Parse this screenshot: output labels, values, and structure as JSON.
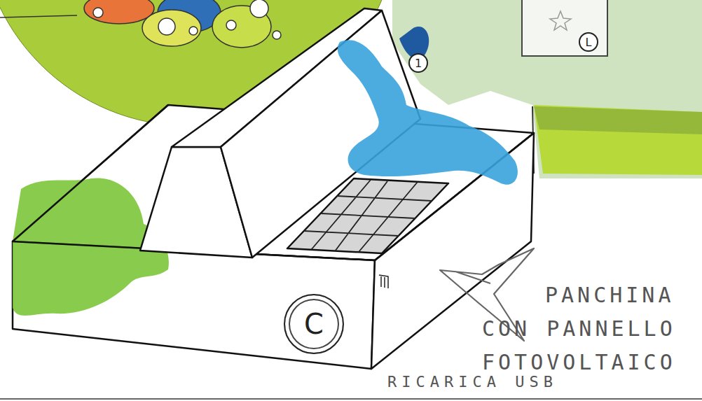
{
  "diagram": {
    "nodes": [
      {
        "text": [
          "1"
        ]
      },
      {
        "text": [
          "L"
        ]
      },
      {
        "text": [
          "C"
        ]
      }
    ],
    "labels": [
      "PANCHINA CON PANNELLO FOTOVOLTAICO",
      "RICARICA USB"
    ]
  }
}
